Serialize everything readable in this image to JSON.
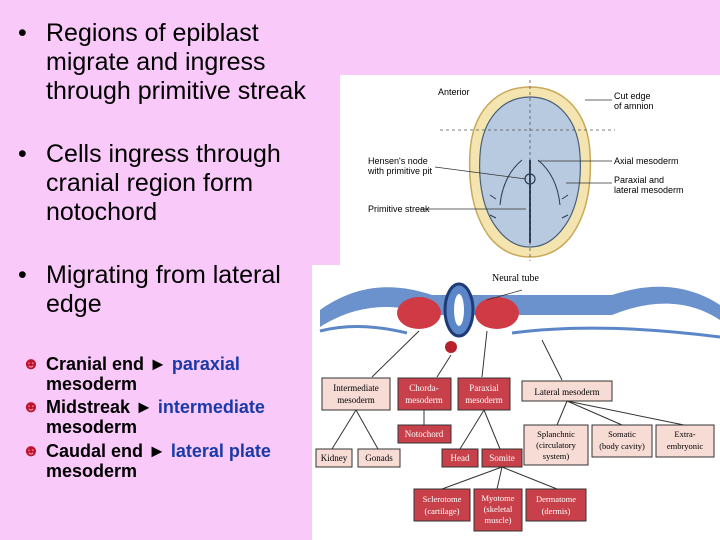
{
  "bullets": [
    {
      "symbol": "•",
      "text": "Regions of epiblast migrate and ingress through primitive streak"
    },
    {
      "symbol": "•",
      "text": "Cells ingress through cranial region form notochord"
    },
    {
      "symbol": "•",
      "text": "Migrating from lateral edge"
    }
  ],
  "sub_bullets": [
    {
      "symbol": "☻",
      "lead": "Cranial end ►",
      "accent": "paraxial",
      "tail": "mesoderm"
    },
    {
      "symbol": "☻",
      "lead": "Midstreak ►",
      "accent": "intermediate",
      "tail": "mesoderm"
    },
    {
      "symbol": "☻",
      "lead": "Caudal end ►",
      "accent": "lateral plate",
      "tail": "mesoderm"
    }
  ],
  "embryo_diagram": {
    "anterior": "Anterior",
    "cut_edge": [
      "Cut edge",
      "of amnion"
    ],
    "hensens_node": [
      "Hensen's node",
      "with primitive pit"
    ],
    "axial": "Axial mesoderm",
    "paraxial_lateral": [
      "Paraxial and",
      "lateral mesoderm"
    ],
    "primitive_streak": "Primitive streak"
  },
  "flow_diagram": {
    "neural_tube": "Neural tube",
    "intermediate": [
      "Intermediate",
      "mesoderm"
    ],
    "chorda": [
      "Chorda-",
      "mesoderm"
    ],
    "paraxial": [
      "Paraxial",
      "mesoderm"
    ],
    "lateral": "Lateral mesoderm",
    "notochord": "Notochord",
    "kidney": "Kidney",
    "gonads": "Gonads",
    "head": "Head",
    "somite": "Somite",
    "splanchnic": [
      "Splanchnic",
      "(circulatory",
      "system)"
    ],
    "somatic": [
      "Somatic",
      "(body cavity)"
    ],
    "extra": [
      "Extra-",
      "embryonic"
    ],
    "sclerotome": [
      "Sclerotome",
      "(cartilage)"
    ],
    "myotome": [
      "Myotome",
      "(skeletal",
      "muscle)"
    ],
    "dermatome": [
      "Dermatome",
      "(dermis)"
    ]
  },
  "colors": {
    "background": "#f9c9f9",
    "accent_text": "#1a3aa8",
    "smiley": "#c0142c",
    "box_red": "#c8414a",
    "box_light": "#f7dcd6"
  }
}
